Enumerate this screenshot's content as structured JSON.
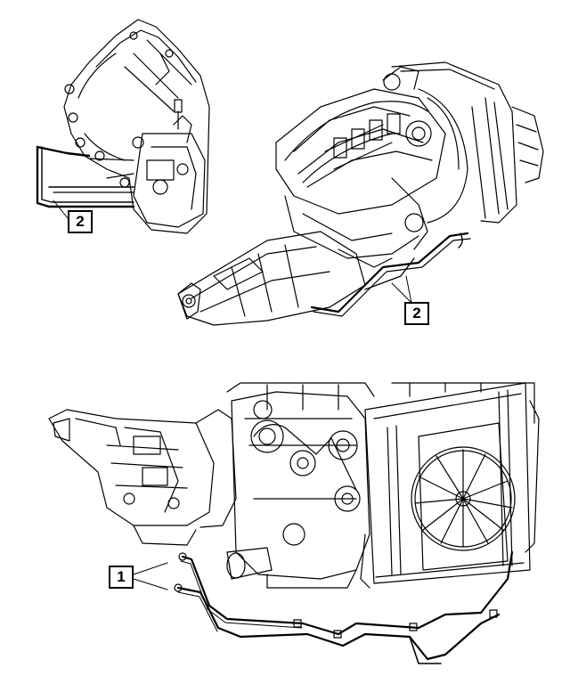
{
  "callouts": {
    "top_left": "2",
    "top_right": "2",
    "bottom": "1"
  },
  "colors": {
    "ink": "#000000",
    "paper": "#ffffff"
  }
}
